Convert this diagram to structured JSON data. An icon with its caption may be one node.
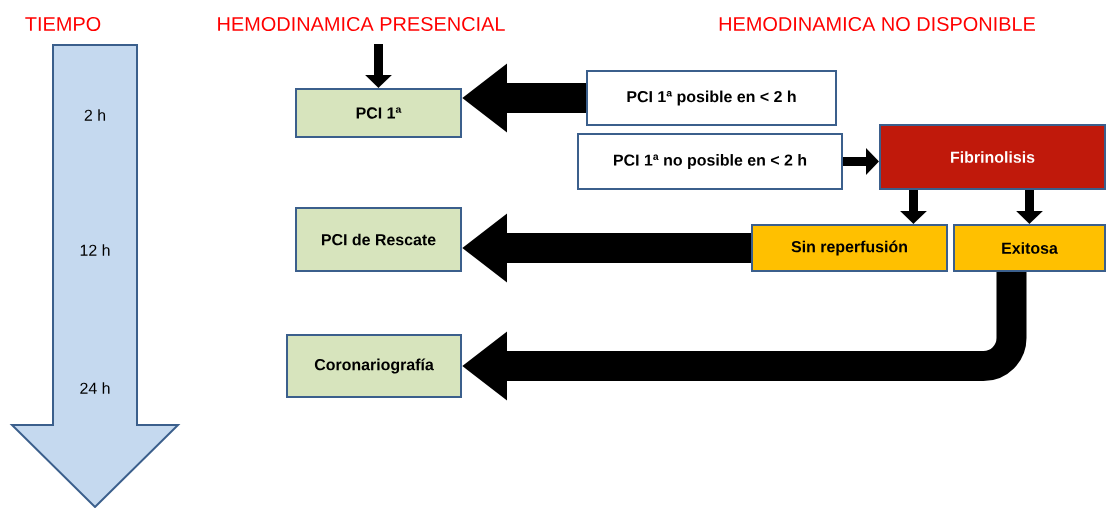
{
  "diagram": {
    "nodes": [
      {
        "text": [
          "PCI 1ª"
        ]
      },
      {
        "text": [
          "PCI 1ª posible en < 2 h"
        ]
      },
      {
        "text": [
          "PCI 1ª no posible en < 2 h"
        ]
      },
      {
        "text": [
          "Fibrinolisis"
        ]
      },
      {
        "text": [
          "PCI de Rescate"
        ]
      },
      {
        "text": [
          "Sin reperfusión"
        ]
      },
      {
        "text": [
          "Exitosa"
        ]
      },
      {
        "text": [
          "Coronariografía"
        ]
      }
    ],
    "edges": [
      {
        "from": null,
        "to": 0,
        "arrow": "to"
      },
      {
        "from": 1,
        "to": 0,
        "arrow": "to",
        "style": "thick"
      },
      {
        "from": 2,
        "to": 3,
        "arrow": "to"
      },
      {
        "from": 3,
        "to": 5,
        "arrow": "to"
      },
      {
        "from": 3,
        "to": 6,
        "arrow": "to"
      },
      {
        "from": 5,
        "to": 4,
        "arrow": "to",
        "style": "thick"
      },
      {
        "from": 6,
        "to": 7,
        "arrow": "to",
        "style": "thick"
      }
    ],
    "labels": [
      "TIEMPO",
      "HEMODINAMICA PRESENCIAL",
      "HEMODINAMICA NO DISPONIBLE",
      "2 h",
      "12 h",
      "24 h"
    ]
  }
}
